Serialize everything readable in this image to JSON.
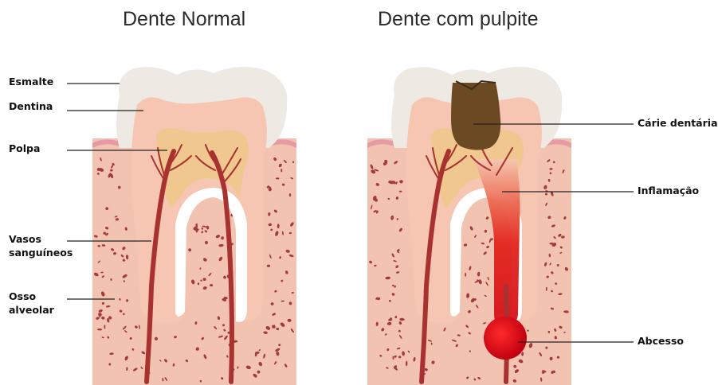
{
  "titles": {
    "normal": "Dente Normal",
    "pulpitis": "Dente com pulpite"
  },
  "labels_left": {
    "enamel": "Esmalte",
    "dentin": "Dentina",
    "pulp": "Polpa",
    "vessels_line1": "Vasos",
    "vessels_line2": "sanguíneos",
    "bone_line1": "Osso",
    "bone_line2": "alveolar"
  },
  "labels_right": {
    "caries": "Cárie dentária",
    "inflammation": "Inflamação",
    "abscess": "Abcesso"
  },
  "colors": {
    "enamel": "#efe9e4",
    "dentin": "#f6c6b2",
    "pulp": "#f0c78f",
    "gum": "#f3c3b2",
    "gum_edge": "#e79aa4",
    "bone_dots": "#a33b3c",
    "vessel": "#a8322f",
    "caries": "#6b4a23",
    "inflammation": "#e21e1a",
    "abscess": "#d4050c"
  }
}
